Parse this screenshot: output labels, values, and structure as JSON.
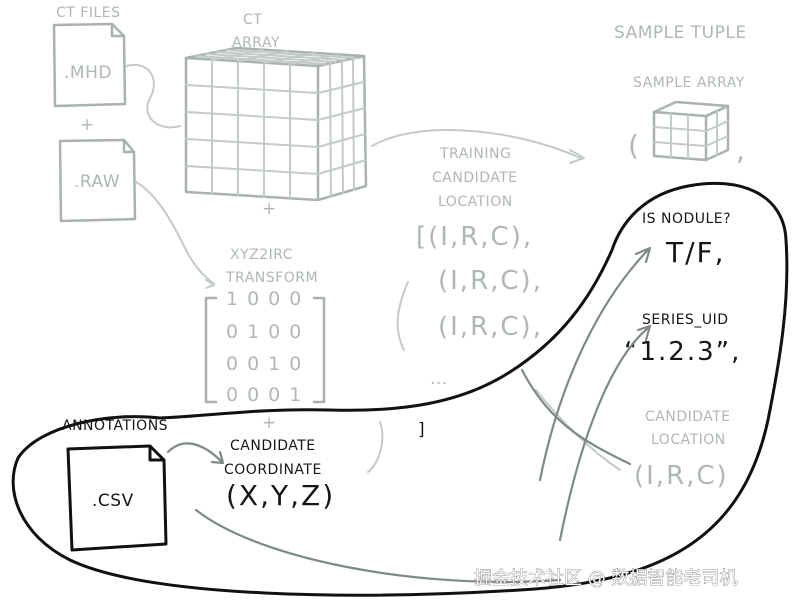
{
  "ct_files": {
    "heading": "CT FILES",
    "mhd_label": ".MHD",
    "plus": "+",
    "raw_label": ".RAW"
  },
  "ct_array": {
    "heading_line1": "CT",
    "heading_line2": "ARRAY"
  },
  "transform": {
    "plus": "+",
    "heading_line1": "XYZ2IRC",
    "heading_line2": "TRANSFORM",
    "matrix_rows": [
      "1000",
      "0100",
      "0010",
      "0001"
    ]
  },
  "annotations": {
    "heading": "ANNOTATIONS",
    "csv_label": ".CSV"
  },
  "candidate_coordinate": {
    "plus": "+",
    "heading_line1": "CANDIDATE",
    "heading_line2": "COORDINATE",
    "value": "(X,Y,Z)"
  },
  "training_candidate": {
    "heading_line1": "TRAINING",
    "heading_line2": "CANDIDATE",
    "heading_line3": "LOCATION",
    "entries": [
      "[(I,R,C),",
      "(I,R,C),",
      "(I,R,C),",
      "..."
    ],
    "closing_bracket": "]"
  },
  "sample_tuple": {
    "heading": "SAMPLE TUPLE",
    "sample_array_label": "SAMPLE ARRAY",
    "open_paren": "(",
    "comma": ",",
    "is_nodule_label": "IS NODULE?",
    "is_nodule_value": "T/F,",
    "series_uid_label": "SERIES_UID",
    "series_uid_value": "“1.2.3”,",
    "candidate_location_line1": "CANDIDATE",
    "candidate_location_line2": "LOCATION",
    "candidate_location_value": "(I,R,C)"
  },
  "watermark": "掘金技术社区 @ 数据智能老司机"
}
